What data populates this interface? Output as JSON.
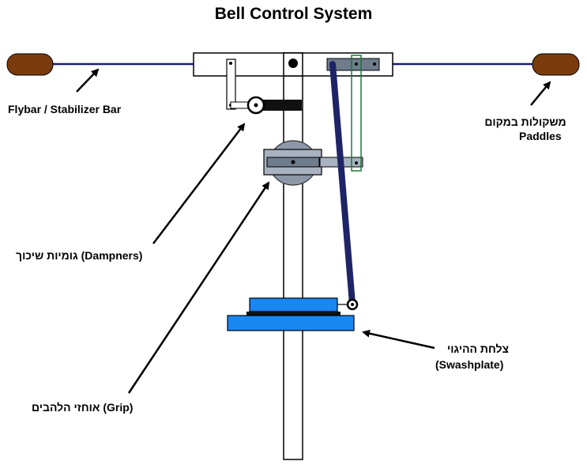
{
  "diagram": {
    "title": "Bell Control System",
    "labels": {
      "flybar": "Flybar / Stabilizer Bar",
      "paddles_he": "משקולות במקום",
      "paddles_en": "Paddles",
      "dampners": "(Dampners) גומיות שיכוך",
      "swashplate_he": "צלחת ההיגוי",
      "swashplate_en": "(Swashplate)",
      "grip": "(Grip) אוחזי הלהבים"
    },
    "colors": {
      "paddle": "#7a3b0c",
      "flybar_rod": "#1a1a7a",
      "pushrod": "#1e2466",
      "swashplate": "#1a86f2",
      "grip_gray": "#8c97a8",
      "link_green": "#1a7a3a",
      "damper_black": "#111111"
    }
  }
}
